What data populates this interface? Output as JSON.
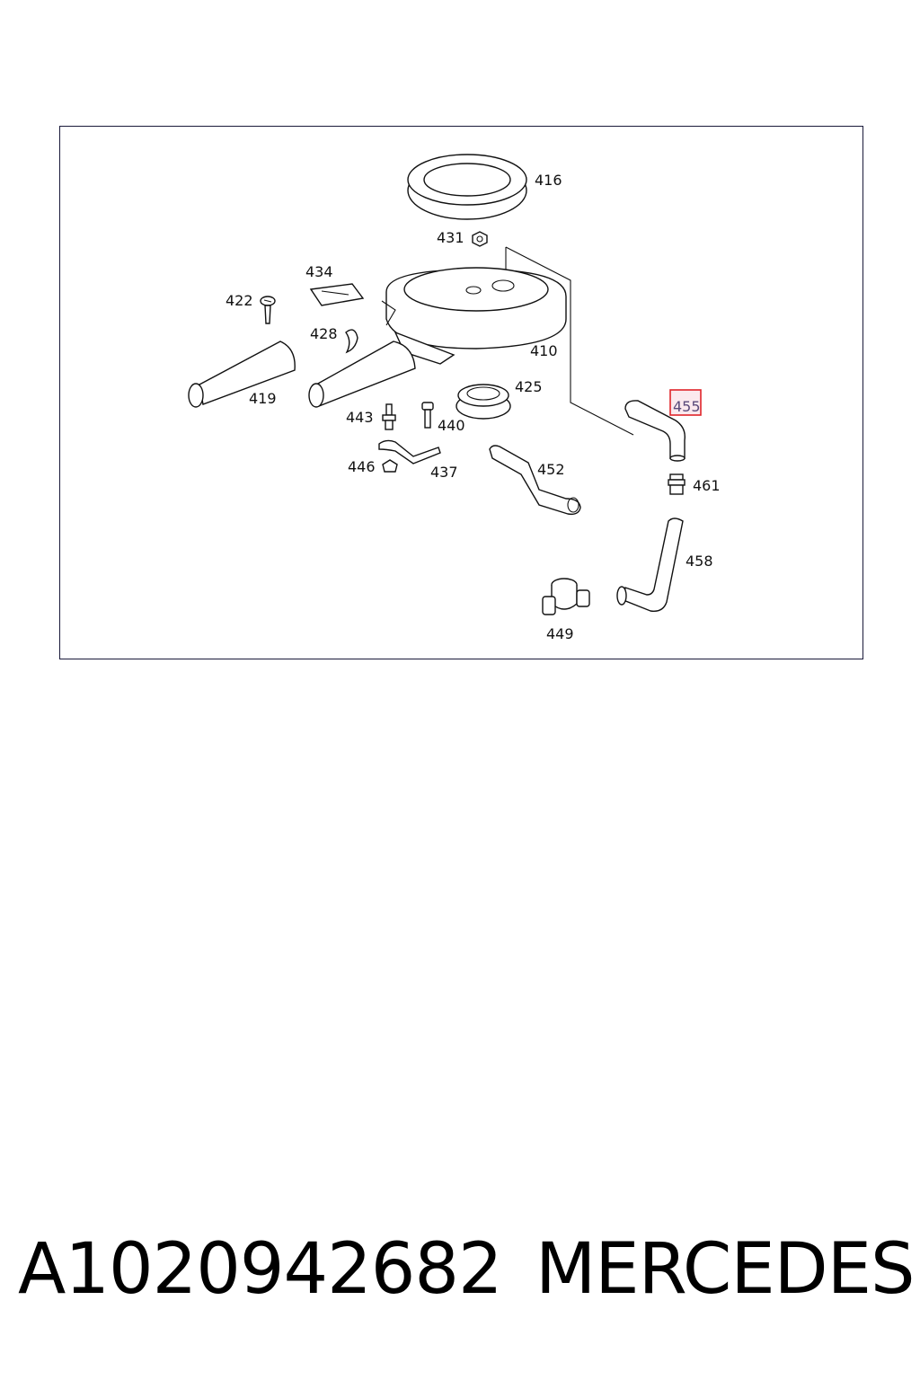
{
  "diagram": {
    "callouts": {
      "p416": "416",
      "p431": "431",
      "p434": "434",
      "p422": "422",
      "p428": "428",
      "p410": "410",
      "p419": "419",
      "p425": "425",
      "p455": "455",
      "p443": "443",
      "p440": "440",
      "p446": "446",
      "p437": "437",
      "p452": "452",
      "p461": "461",
      "p458": "458",
      "p449": "449"
    },
    "highlight_color": "#e0242a"
  },
  "footer": {
    "part_number": "A1020942682",
    "brand": "MERCEDES"
  }
}
